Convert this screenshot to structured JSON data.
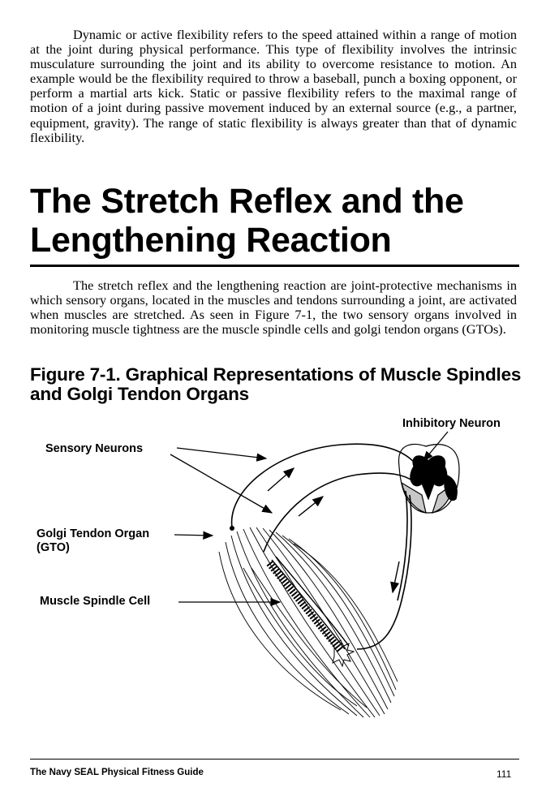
{
  "intro_paragraph": "Dynamic or active flexibility refers to the speed attained within a range of motion at the joint during physical performance. This type of flexibility involves the intrinsic musculature surrounding the joint and its ability to overcome resistance to motion. An example would be the flexibility required to throw a baseball, punch a boxing opponent, or perform a martial arts kick. Static or passive flexibility refers to the maximal range of motion of a joint during passive movement induced by an external source (e.g., a partner, equipment, gravity). The range of static flexibility is always greater than that of dynamic flexibility.",
  "section": {
    "title": "The Stretch Reflex and the Lengthening Reaction",
    "body": "The stretch reflex and the lengthening reaction are joint-protective mechanisms in which sensory organs, located in the muscles and tendons surrounding a joint, are activated when muscles are stretched. As seen in Figure 7-1, the two sensory organs involved in monitoring muscle tightness are the muscle spindle cells and golgi tendon organs (GTOs)."
  },
  "figure": {
    "title": "Figure 7-1.  Graphical Representations of Muscle Spindles and Golgi Tendon Organs",
    "labels": {
      "inhibitory_neuron": "Inhibitory Neuron",
      "sensory_neurons": "Sensory Neurons",
      "gto_line1": "Golgi Tendon Organ",
      "gto_line2": "(GTO)",
      "muscle_spindle": "Muscle Spindle Cell"
    }
  },
  "footer": {
    "book_title": "The Navy SEAL Physical Fitness Guide",
    "page_number": "111"
  }
}
